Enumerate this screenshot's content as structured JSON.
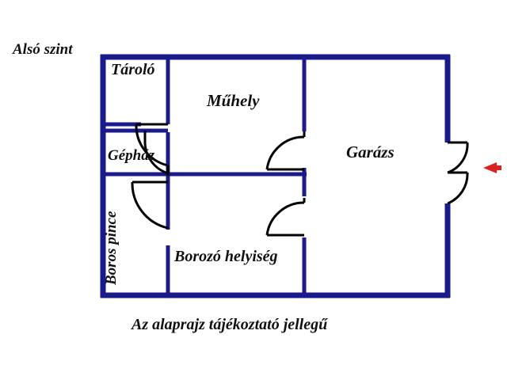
{
  "page": {
    "floor_title": "Alsó szint",
    "caption": "Az alaprajz tájékoztató jellegű",
    "background_color": "#ffffff",
    "wall_color": "#1a1a8c",
    "door_color": "#000000",
    "arrow_color": "#dd2222",
    "text_color": "#111111"
  },
  "rooms": [
    {
      "id": "taroto",
      "label": "Tároló"
    },
    {
      "id": "muhely",
      "label": "Műhely"
    },
    {
      "id": "garazs",
      "label": "Garázs"
    },
    {
      "id": "gephaz",
      "label": "Gépház"
    },
    {
      "id": "boros-pince",
      "label": "Boros pince"
    },
    {
      "id": "borozo",
      "label": "Borozó helyiség"
    }
  ],
  "annotations": {
    "entry_arrow": "left-arrow-icon"
  }
}
